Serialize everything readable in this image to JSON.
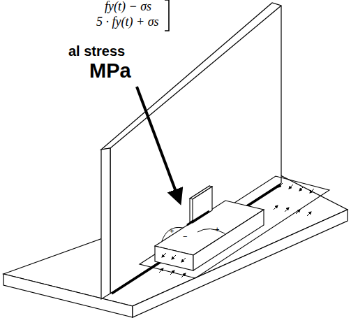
{
  "diagram": {
    "labels": [
      "fy(t) − σs",
      "5 · fy(t) + σs",
      "al stress",
      "MPa",
      "+",
      "−",
      "+"
    ]
  }
}
